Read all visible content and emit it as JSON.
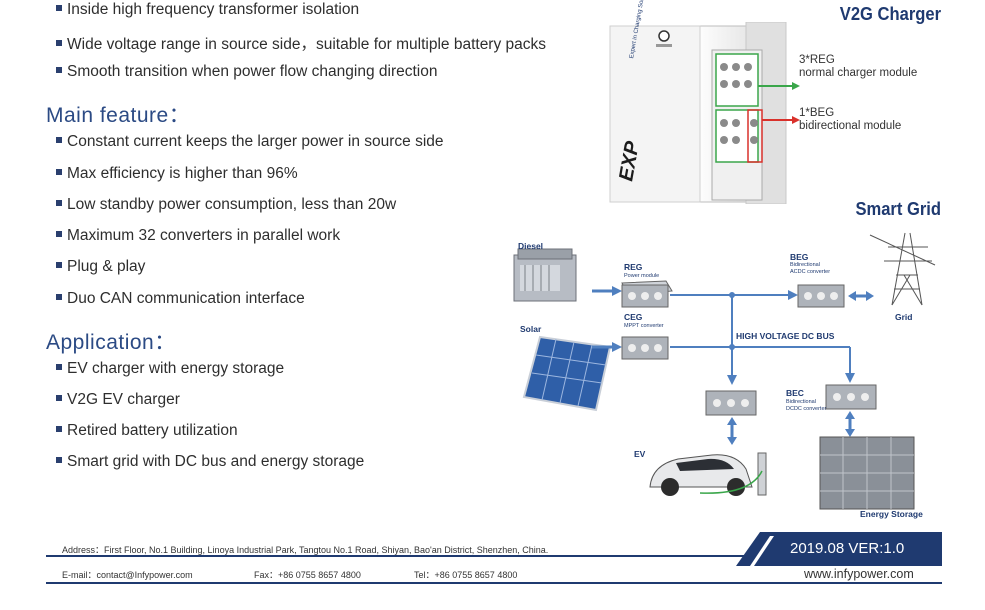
{
  "top_features": [
    "Inside high frequency transformer isolation",
    "Wide voltage range in source side，suitable for multiple battery packs",
    "Smooth transition when power flow changing direction"
  ],
  "main_feature": {
    "heading": "Main feature：",
    "items": [
      "Constant current keeps the larger power in source side",
      "Max efficiency is higher than 96%",
      "Low standby power consumption, less than 20w",
      "Maximum 32 converters in parallel work",
      "Plug & play",
      "Duo CAN communication interface"
    ]
  },
  "application": {
    "heading": "Application：",
    "items": [
      "EV charger with energy storage",
      "V2G EV charger",
      "Retired battery utilization",
      "Smart grid with DC bus and energy storage"
    ]
  },
  "v2g": {
    "title": "V2G Charger",
    "reg_label_1": "3*REG",
    "reg_label_2": "normal charger module",
    "beg_label_1": "1*BEG",
    "beg_label_2": "bidirectional module",
    "cabinet_text_1": "Expert in Charging",
    "cabinet_text_2": "Solutions"
  },
  "smart_grid": {
    "title": "Smart Grid",
    "diesel": "Diesel",
    "solar": "Solar",
    "reg": "REG",
    "reg_sub": "Power module",
    "ceg": "CEG",
    "ceg_sub": "MPPT   converter",
    "beg": "BEG",
    "beg_sub_1": "Bidirectional",
    "beg_sub_2": "ACDC converter",
    "grid": "Grid",
    "bus": "HIGH VOLTAGE  DC BUS",
    "bec": "BEC",
    "bec_sub_1": "Bidirectional",
    "bec_sub_2": "DCDC  converter",
    "ev": "EV",
    "energy_storage": "Energy Storage"
  },
  "footer": {
    "address": "Address：First Floor, No.1 Building, Linoya Industrial Park, Tangtou No.1 Road, Shiyan, Bao'an District, Shenzhen, China.",
    "email": "E-mail：contact@Infypower.com",
    "fax": "Fax：+86 0755 8657 4800",
    "tel": "Tel：+86 0755 8657 4800",
    "version": "2019.08  VER:1.0",
    "website": "www.infypower.com"
  },
  "colors": {
    "heading": "#2b4a84",
    "navy": "#1f3a70",
    "arrow_blue": "#4f7fbf",
    "green": "#3aa64a",
    "red": "#d9312b"
  }
}
